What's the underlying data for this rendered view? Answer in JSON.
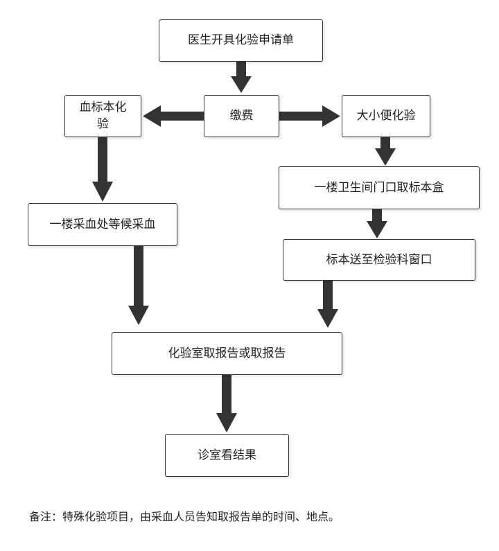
{
  "diagram": {
    "nodes": {
      "doctor_order": "医生开具化验申请单",
      "pay": "缴费",
      "blood_test": "血标本化\n验",
      "urine_stool_test": "大小便化验",
      "blood_draw": "一楼采血处等候采血",
      "sample_box": "一楼卫生间门口取标本盒",
      "send_sample": "标本送至检验科窗口",
      "get_report": "化验室取报告或取报告",
      "see_result": "诊室看结果"
    },
    "arrow_color": "#333333",
    "border_color": "#333333"
  },
  "note": "备注：特殊化验项目，由采血人员告知取报告单的时间、地点。"
}
